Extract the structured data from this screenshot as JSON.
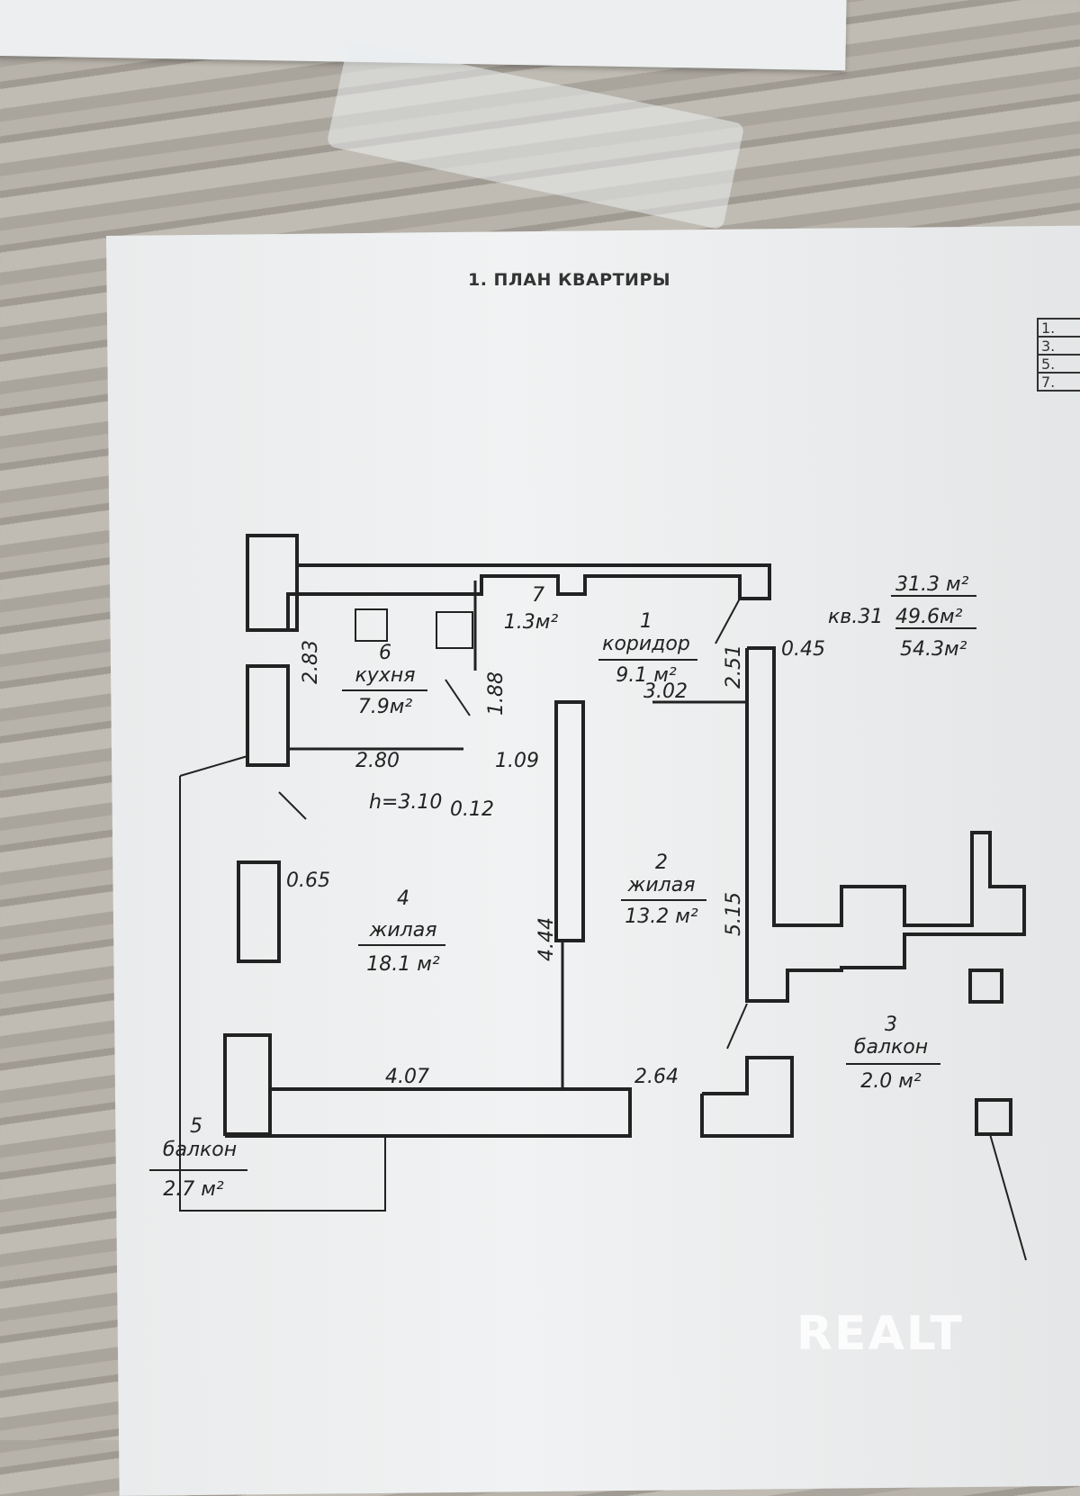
{
  "title": "1. ПЛАН КВАРТИРЫ",
  "legend": [
    "1.",
    "3.",
    "5.",
    "7."
  ],
  "apartment": {
    "label": "кв.31",
    "living": "31.3 м²",
    "total": "49.6м²",
    "total_balcony": "54.3м²"
  },
  "rooms": [
    {
      "num": "1",
      "name": "коридор",
      "area": "9.1 м²"
    },
    {
      "num": "2",
      "name": "жилая",
      "area": "13.2 м²"
    },
    {
      "num": "3",
      "name": "балкон",
      "area": "2.0 м²"
    },
    {
      "num": "4",
      "name": "жилая",
      "area": "18.1 м²"
    },
    {
      "num": "5",
      "name": "балкон",
      "area": "2.7 м²"
    },
    {
      "num": "6",
      "name": "кухня",
      "area": "7.9м²"
    },
    {
      "num": "7",
      "name": "",
      "area": "1.3м²"
    }
  ],
  "dims": {
    "d283": "2.83",
    "d280": "2.80",
    "d188": "1.88",
    "d109": "1.09",
    "h": "h=3.10",
    "d012": "0.12",
    "d251": "2.51",
    "d045": "0.45",
    "d302": "3.02",
    "d065": "0.65",
    "d444": "4.44",
    "d515": "5.15",
    "d407": "4.07",
    "d264": "2.64"
  },
  "watermark": "REALT"
}
